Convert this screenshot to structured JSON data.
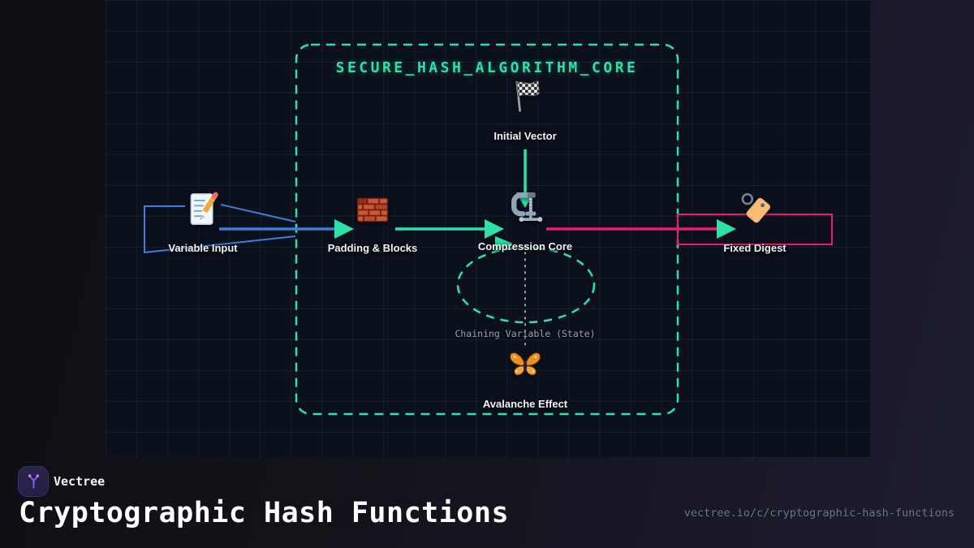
{
  "colors": {
    "teal": "#2be3a7",
    "blue": "#3d7edb",
    "pink": "#ee1a72",
    "muted": "#98a1b0"
  },
  "diagram": {
    "core_title": "SECURE_HASH_ALGORITHM_CORE",
    "nodes": {
      "initial_vector": {
        "label": "Initial Vector",
        "icon": "checkered-flag-icon"
      },
      "variable_input": {
        "label": "Variable Input",
        "icon": "memo-icon"
      },
      "padding_blocks": {
        "label": "Padding & Blocks",
        "icon": "brick-icon"
      },
      "compression_core": {
        "label": "Compression Core",
        "icon": "clamp-icon"
      },
      "fixed_digest": {
        "label": "Fixed Digest",
        "icon": "tag-icon"
      },
      "avalanche_effect": {
        "label": "Avalanche Effect",
        "icon": "butterfly-icon"
      },
      "chaining_variable": {
        "label": "Chaining Variable (State)"
      }
    }
  },
  "footer": {
    "brand": "Vectree",
    "title": "Cryptographic Hash Functions",
    "url": "vectree.io/c/cryptographic-hash-functions"
  }
}
